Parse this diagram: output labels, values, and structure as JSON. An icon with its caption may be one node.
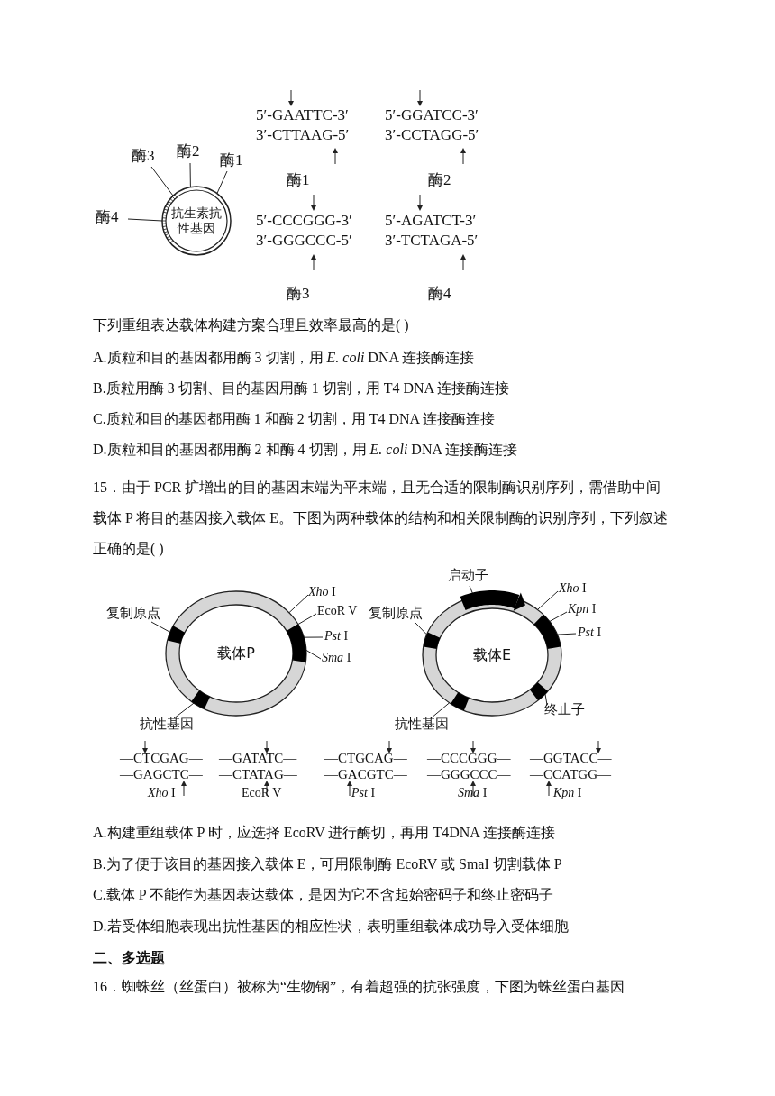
{
  "diagram": {
    "nodes": [
      {
        "text": [
          "抗生素抗性基因"
        ]
      },
      {
        "text": [
          "酶3"
        ]
      },
      {
        "text": [
          "酶2"
        ]
      },
      {
        "text": [
          "酶1"
        ]
      },
      {
        "text": [
          "酶4"
        ]
      },
      {
        "text": [
          "载体P"
        ]
      },
      {
        "text": [
          "复制原点"
        ]
      },
      {
        "text": [
          "抗性基因"
        ]
      },
      {
        "text": [
          "*Xho* I"
        ]
      },
      {
        "text": [
          "EcoR V"
        ]
      },
      {
        "text": [
          "*Pst* I"
        ]
      },
      {
        "text": [
          "*Sma* I"
        ]
      },
      {
        "text": [
          "载体E"
        ]
      },
      {
        "text": [
          "启动子"
        ]
      },
      {
        "text": [
          "复制原点"
        ]
      },
      {
        "text": [
          "抗性基因"
        ]
      },
      {
        "text": [
          "*Xho* I"
        ]
      },
      {
        "text": [
          "*Kpn* I"
        ]
      },
      {
        "text": [
          "*Pst* I"
        ]
      },
      {
        "text": [
          "终止子"
        ]
      }
    ],
    "edges": [
      {
        "from": 1,
        "to": 0,
        "arrow": "none"
      },
      {
        "from": 2,
        "to": 0,
        "arrow": "none"
      },
      {
        "from": 3,
        "to": 0,
        "arrow": "none"
      },
      {
        "from": 4,
        "to": 0,
        "arrow": "none"
      },
      {
        "from": 6,
        "to": 5,
        "arrow": "none"
      },
      {
        "from": 7,
        "to": 5,
        "arrow": "none"
      },
      {
        "from": 8,
        "to": 5,
        "arrow": "none"
      },
      {
        "from": 9,
        "to": 5,
        "arrow": "none"
      },
      {
        "from": 10,
        "to": 5,
        "arrow": "none"
      },
      {
        "from": 11,
        "to": 5,
        "arrow": "none"
      },
      {
        "from": 13,
        "to": 12,
        "arrow": "none"
      },
      {
        "from": 14,
        "to": 12,
        "arrow": "none"
      },
      {
        "from": 15,
        "to": 12,
        "arrow": "none"
      },
      {
        "from": 16,
        "to": 12,
        "arrow": "none"
      },
      {
        "from": 17,
        "to": 12,
        "arrow": "none"
      },
      {
        "from": 18,
        "to": 12,
        "arrow": "none"
      },
      {
        "from": 19,
        "to": 12,
        "arrow": "none"
      }
    ],
    "labels": [
      "5′-GAATTC-3′",
      "3′-CTTAAG-5′",
      "酶1",
      "5′-GGATCC-3′",
      "3′-CCTAGG-5′",
      "酶2",
      "5′-CCCGGG-3′",
      "3′-GGGCCC-5′",
      "酶3",
      "5′-AGATCT-3′",
      "3′-TCTAGA-5′",
      "酶4",
      "下列重组表达载体构建方案合理且效率最高的是(   )",
      "A.质粒和目的基因都用酶 3 切割，用 *E. coli* DNA 连接酶连接",
      "B.质粒用酶 3 切割、目的基因用酶 1 切割，用 T4 DNA 连接酶连接",
      "C.质粒和目的基因都用酶 1 和酶 2 切割，用 T4 DNA 连接酶连接",
      "D.质粒和目的基因都用酶 2 和酶 4 切割，用 *E. coli* DNA 连接酶连接",
      "15．由于 PCR 扩增出的目的基因末端为平末端，且无合适的限制酶识别序列，需借助中间载体 P 将目的基因接入载体 E。下图为两种载体的结构和相关限制酶的识别序列，下列叙述正确的是(   )",
      "—CTCGAG—",
      "—GAGCTC—",
      "*Xho* I",
      "—GATATC—",
      "—CTATAG—",
      "EcoR V",
      "—CTGCAG—",
      "—GACGTC—",
      "*Pst* I",
      "—CCCGGG—",
      "—GGGCCC—",
      "*Sma* I",
      "—GGTACC—",
      "—CCATGG—",
      "*Kpn* I",
      "A.构建重组载体 P 时，应选择 EcoRV 进行酶切，再用 T4DNA 连接酶连接",
      "B.为了便于该目的基因接入载体 E，可用限制酶 EcoRV 或 SmaI 切割载体 P",
      "C.载体 P 不能作为基因表达载体，是因为它不含起始密码子和终止密码子",
      "D.若受体细胞表现出抗性基因的相应性状，表明重组载体成功导入受体细胞",
      "二、多选题",
      "16．蜘蛛丝（丝蛋白）被称为“生物钢”，有着超强的抗张强度，下图为蛛丝蛋白基因"
    ]
  }
}
